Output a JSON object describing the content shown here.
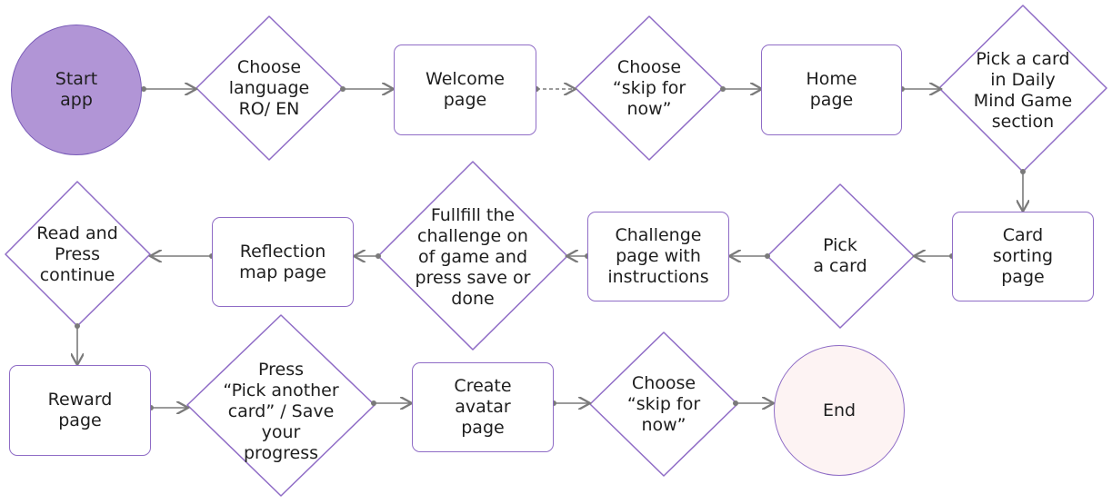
{
  "colors": {
    "accent": "#8f6cc6",
    "start_fill": "#b195d6",
    "end_fill": "#fdf3f3",
    "arrow": "#7a7a7a"
  },
  "nodes": {
    "start": "Start\napp",
    "choose_language": "Choose\nlanguage\nRO/ EN",
    "welcome_page": "Welcome\npage",
    "skip_1": "Choose\n“skip for\nnow”",
    "home_page": "Home\npage",
    "pick_daily": "Pick a card\nin Daily\nMind Game\nsection",
    "card_sorting": "Card\nsorting\npage",
    "pick_card": "Pick\na card",
    "challenge_page": "Challenge\npage with\ninstructions",
    "fulfill": "Fullfill the\nchallenge on\nof game and\npress save or\ndone",
    "reflection_map": "Reflection\nmap page",
    "read_press": "Read and\nPress\ncontinue",
    "reward_page": "Reward\npage",
    "pick_another": "Press\n“Pick another\ncard” / Save\nyour\nprogress",
    "create_avatar": "Create\navatar\npage",
    "skip_2": "Choose\n“skip for\nnow”",
    "end": "End"
  }
}
